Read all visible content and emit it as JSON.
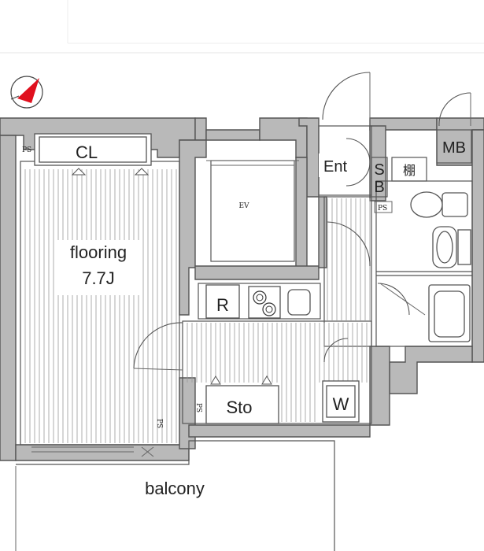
{
  "rooms": {
    "closet": "CL",
    "main_room_label": "flooring",
    "main_room_size": "7.7J",
    "elevator": "EV",
    "entrance": "Ent",
    "shoe_box_s": "S",
    "shoe_box_b": "B",
    "shelf": "棚",
    "meter_box": "MB",
    "refrigerator": "R",
    "storage": "Sto",
    "washer": "W",
    "balcony": "balcony"
  },
  "markers": {
    "pipe_space": "PS"
  },
  "colors": {
    "wall": "#b9b9b9",
    "line": "#555555",
    "compass": "#e0101e"
  },
  "icons": {
    "compass": "north-compass-icon"
  }
}
